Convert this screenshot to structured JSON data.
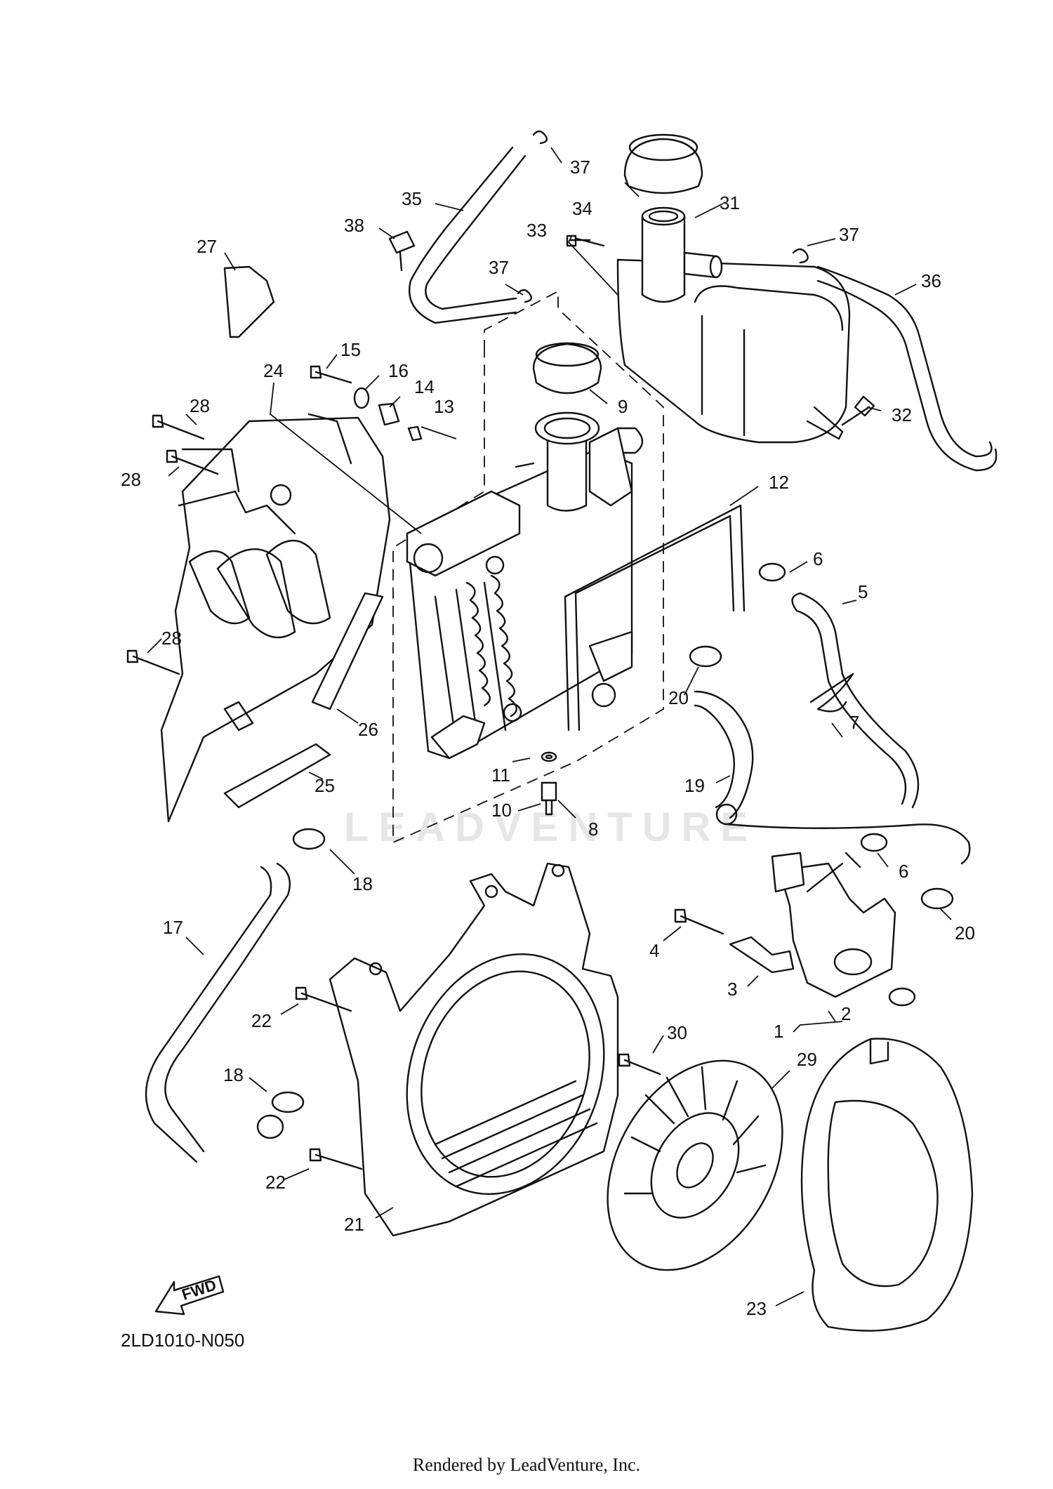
{
  "diagram_code": "2LD1010-N050",
  "footer": "Rendered by LeadVenture, Inc.",
  "watermark": "LEADVENTURE",
  "fwd_label": "FWD",
  "callouts": [
    "37",
    "35",
    "34",
    "31",
    "38",
    "33",
    "37",
    "36",
    "27",
    "37",
    "15",
    "16",
    "14",
    "9",
    "32",
    "24",
    "13",
    "28",
    "28",
    "12",
    "6",
    "5",
    "28",
    "20",
    "7",
    "26",
    "11",
    "25",
    "19",
    "10",
    "8",
    "18",
    "6",
    "20",
    "17",
    "4",
    "3",
    "22",
    "2",
    "1",
    "30",
    "29",
    "18",
    "22",
    "21",
    "23"
  ]
}
